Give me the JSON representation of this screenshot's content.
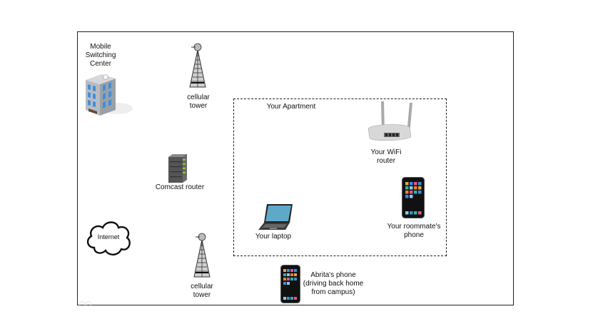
{
  "diagram": {
    "title": "",
    "nodes": [
      {
        "id": "msc",
        "label": "Mobile\nSwitching\nCenter",
        "icon": "building-icon"
      },
      {
        "id": "tower_top",
        "label": "cellular\ntower",
        "icon": "cell-tower-icon"
      },
      {
        "id": "comcast",
        "label": "Comcast router",
        "icon": "server-icon"
      },
      {
        "id": "internet",
        "label": "Internet",
        "icon": "cloud-icon"
      },
      {
        "id": "tower_bottom",
        "label": "cellular\ntower",
        "icon": "cell-tower-icon"
      },
      {
        "id": "abrita_phone",
        "label": "Abrita's phone\n(driving back home\nfrom campus)",
        "icon": "smartphone-icon"
      },
      {
        "id": "wifi_router",
        "label": "Your WiFi\nrouter",
        "icon": "wifi-router-icon"
      },
      {
        "id": "laptop",
        "label": "Your laptop",
        "icon": "laptop-icon"
      },
      {
        "id": "roommate_phone",
        "label": "Your roommate's\nphone",
        "icon": "smartphone-icon"
      }
    ],
    "groups": [
      {
        "id": "apartment",
        "label": "Your Apartment",
        "style": "dashed"
      }
    ],
    "colors": {
      "border": "#222222",
      "app_tiles": [
        "#e8a33d",
        "#3a8fd9",
        "#e0569a",
        "#2bb5a0",
        "#8fc7f0",
        "#f07f2a"
      ]
    }
  }
}
